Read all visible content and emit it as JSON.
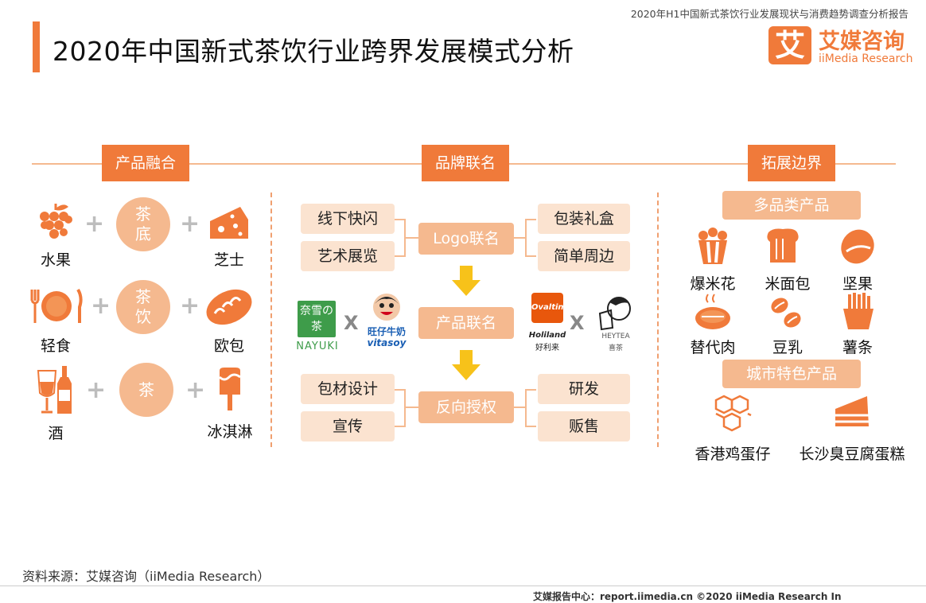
{
  "header": {
    "report_name": "2020年H1中国新式茶饮行业发展现状与消费趋势调查分析报告",
    "title": "2020年中国新式茶饮行业跨界发展模式分析",
    "logo_char": "艾",
    "logo_cn": "艾媒咨询",
    "logo_en": "iiMedia Research"
  },
  "categories": {
    "product": "产品融合",
    "brand": "品牌联名",
    "expand": "拓展边界"
  },
  "product_fusion": {
    "rows": [
      {
        "left": "水果",
        "circle": "茶\n底",
        "right": "芝士"
      },
      {
        "left": "轻食",
        "circle": "茶\n饮",
        "right": "欧包"
      },
      {
        "left": "酒",
        "circle": "茶",
        "right": "冰淇淋"
      }
    ],
    "plus": "+"
  },
  "brand_collab": {
    "logo_group": {
      "inputs": [
        "线下快闪",
        "艺术展览"
      ],
      "center": "Logo联名",
      "outputs": [
        "包装礼盒",
        "简单周边"
      ]
    },
    "product_center": "产品联名",
    "reverse_group": {
      "inputs": [
        "包材设计",
        "宣传"
      ],
      "center": "反向授权",
      "outputs": [
        "研发",
        "贩售"
      ]
    },
    "brands": {
      "nayuki_cn": "奈雪の茶",
      "nayuki_en": "NAYUKI",
      "wangzai_cn": "旺仔牛奶",
      "wangzai_en": "vitasoy",
      "ovaltine": "Ovaltine",
      "holiland_en": "Holiland",
      "holiland_cn": "好利来",
      "heytea_en": "HEYTEA",
      "heytea_cn": "喜茶",
      "cross": "X"
    }
  },
  "expand": {
    "multi_title": "多品类产品",
    "multi_items": [
      "爆米花",
      "米面包",
      "坚果",
      "替代肉",
      "豆乳",
      "薯条"
    ],
    "city_title": "城市特色产品",
    "city_items": [
      "香港鸡蛋仔",
      "长沙臭豆腐蛋糕"
    ]
  },
  "footer": {
    "source": "资料来源：艾媒咨询（iiMedia Research）",
    "center": "艾媒报告中心：report.iimedia.cn  ©2020  iiMedia Research  In"
  },
  "colors": {
    "accent": "#f07a3a",
    "light": "#f5b98f",
    "pale": "#fbe3d0",
    "arrow": "#f7c21a"
  }
}
